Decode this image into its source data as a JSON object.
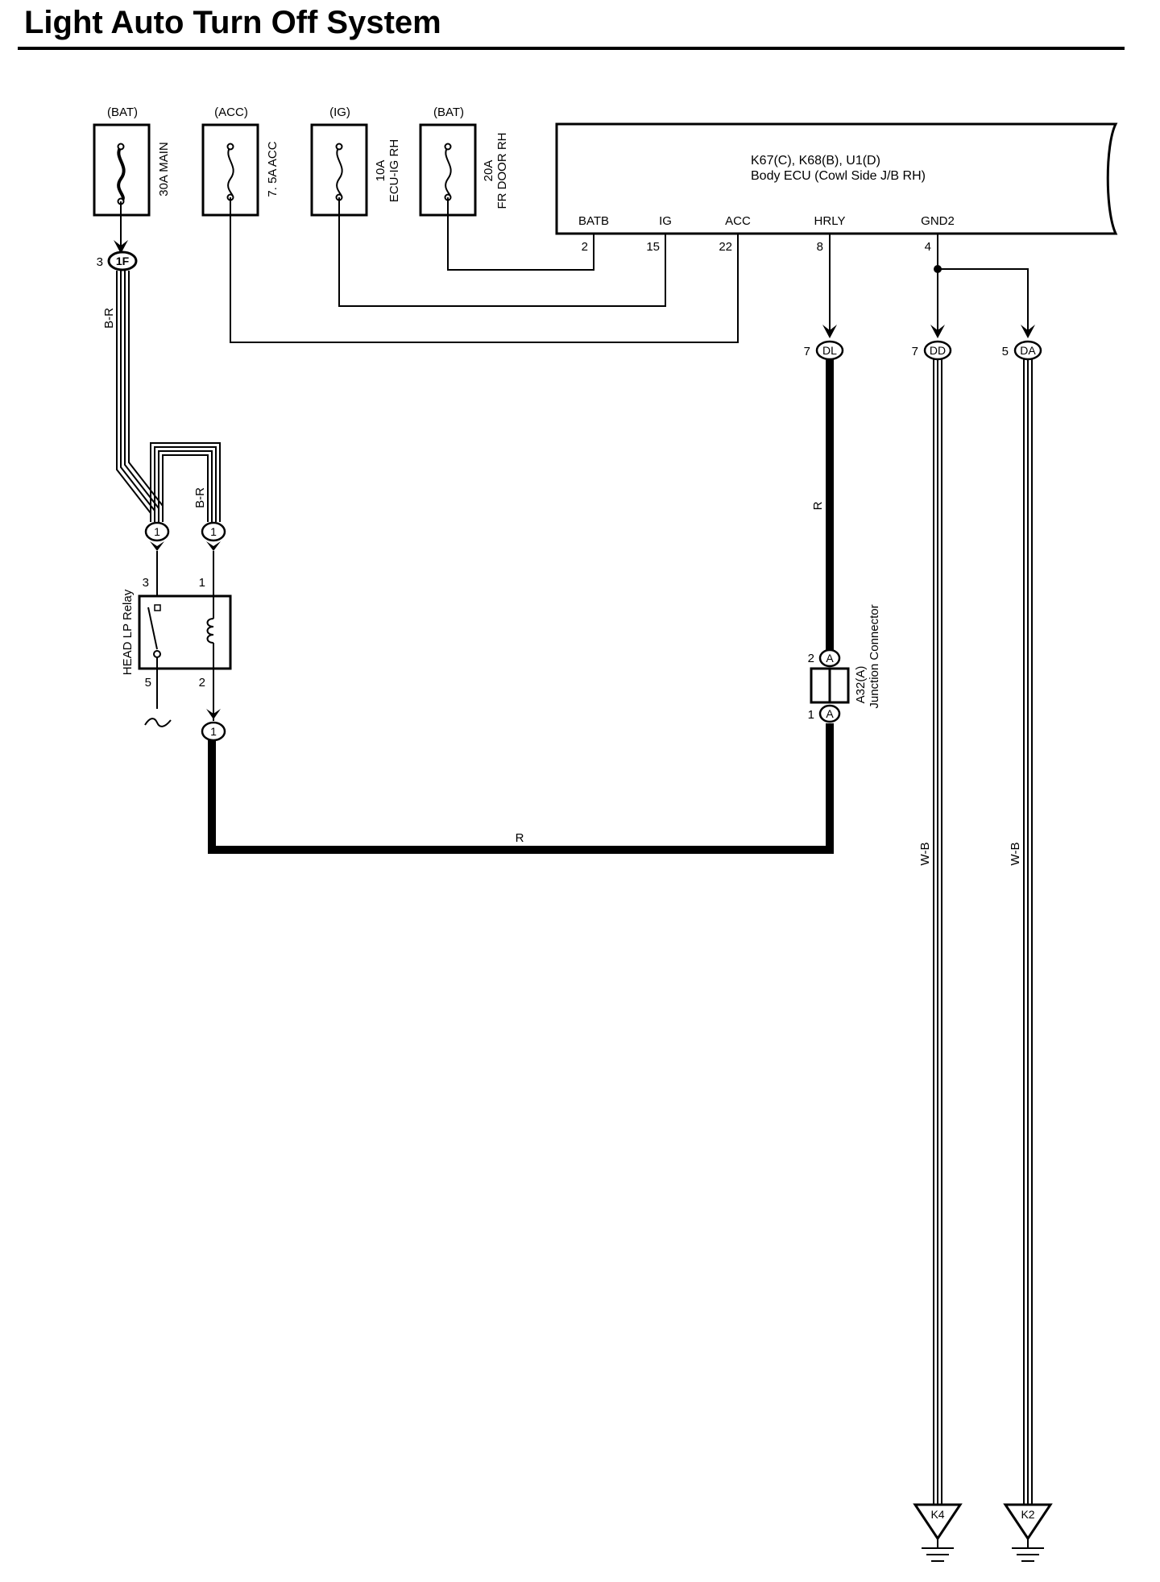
{
  "title": "Light Auto Turn Off System",
  "fuses": [
    {
      "source": "(BAT)",
      "name": "30A MAIN"
    },
    {
      "source": "(ACC)",
      "name": "7. 5A ACC"
    },
    {
      "source": "(IG)",
      "name_line1": "10A",
      "name_line2": "ECU-IG RH"
    },
    {
      "source": "(BAT)",
      "name_line1": "20A",
      "name_line2": "FR DOOR RH"
    }
  ],
  "ecu": {
    "connectors": "K67(C), K68(B), U1(D)",
    "name": "Body ECU (Cowl Side J/B RH)",
    "terminals": [
      {
        "label": "BATB",
        "pin": "2"
      },
      {
        "label": "IG",
        "pin": "15"
      },
      {
        "label": "ACC",
        "pin": "22"
      },
      {
        "label": "HRLY",
        "pin": "8"
      },
      {
        "label": "GND2",
        "pin": "4"
      }
    ]
  },
  "connectors": {
    "c1F": {
      "id": "1F",
      "pin": "3"
    },
    "cDL": {
      "id": "DL",
      "pin": "7"
    },
    "cDD": {
      "id": "DD",
      "pin": "7"
    },
    "cDA": {
      "id": "DA",
      "pin": "5"
    },
    "relay_in_a": {
      "id": "1"
    },
    "relay_in_b": {
      "id": "1"
    },
    "relay_out": {
      "id": "1"
    }
  },
  "relay": {
    "name": "HEAD LP Relay",
    "pins": {
      "p3": "3",
      "p1": "1",
      "p5": "5",
      "p2": "2"
    }
  },
  "junction": {
    "id_line1": "A32(A)",
    "id_line2": "Junction Connector",
    "pin_top": "2",
    "pin_bottom": "1",
    "letter": "A"
  },
  "wires": {
    "w1": "B-R",
    "w2": "B-R",
    "w3": "R",
    "w4": "R",
    "w5": "W-B",
    "w6": "W-B"
  },
  "grounds": [
    {
      "id": "K4"
    },
    {
      "id": "K2"
    }
  ]
}
